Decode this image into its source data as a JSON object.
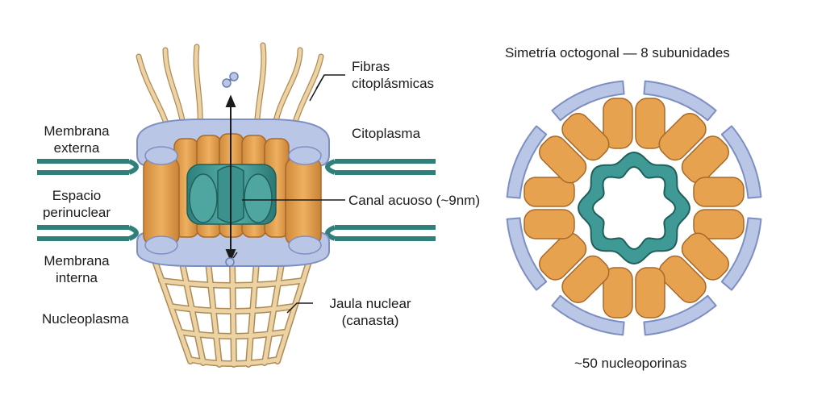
{
  "labels": {
    "outer_membrane": [
      "Membrana",
      "externa"
    ],
    "perinuclear_space": [
      "Espacio",
      "perinuclear"
    ],
    "inner_membrane": [
      "Membrana",
      "interna"
    ],
    "nucleoplasm": "Nucleoplasma",
    "cytoplasmic_fibers": [
      "Fibras",
      "citoplásmicas"
    ],
    "cytoplasm": "Citoplasma",
    "aqueous_channel": "Canal acuoso (~9nm)",
    "nuclear_basket": [
      "Jaula nuclear",
      "(canasta)"
    ],
    "symmetry_title": "Simetría octogonal — 8 subunidades",
    "nucleoporins": "~50 nucleoporinas"
  },
  "colors": {
    "membrane_teal": "#2f7f7a",
    "ring_blue": "#b9c6e6",
    "ring_blue_edge": "#7d8fc2",
    "subunit_orange": "#e6a24e",
    "subunit_orange_edge": "#a8682a",
    "channel_teal": "#3f9a96",
    "fiber_tan": "#ecd3a4",
    "fiber_edge": "#b08a55"
  },
  "structure": {
    "octagonal_subunits": 8,
    "outer_ring_blocks": 8
  }
}
